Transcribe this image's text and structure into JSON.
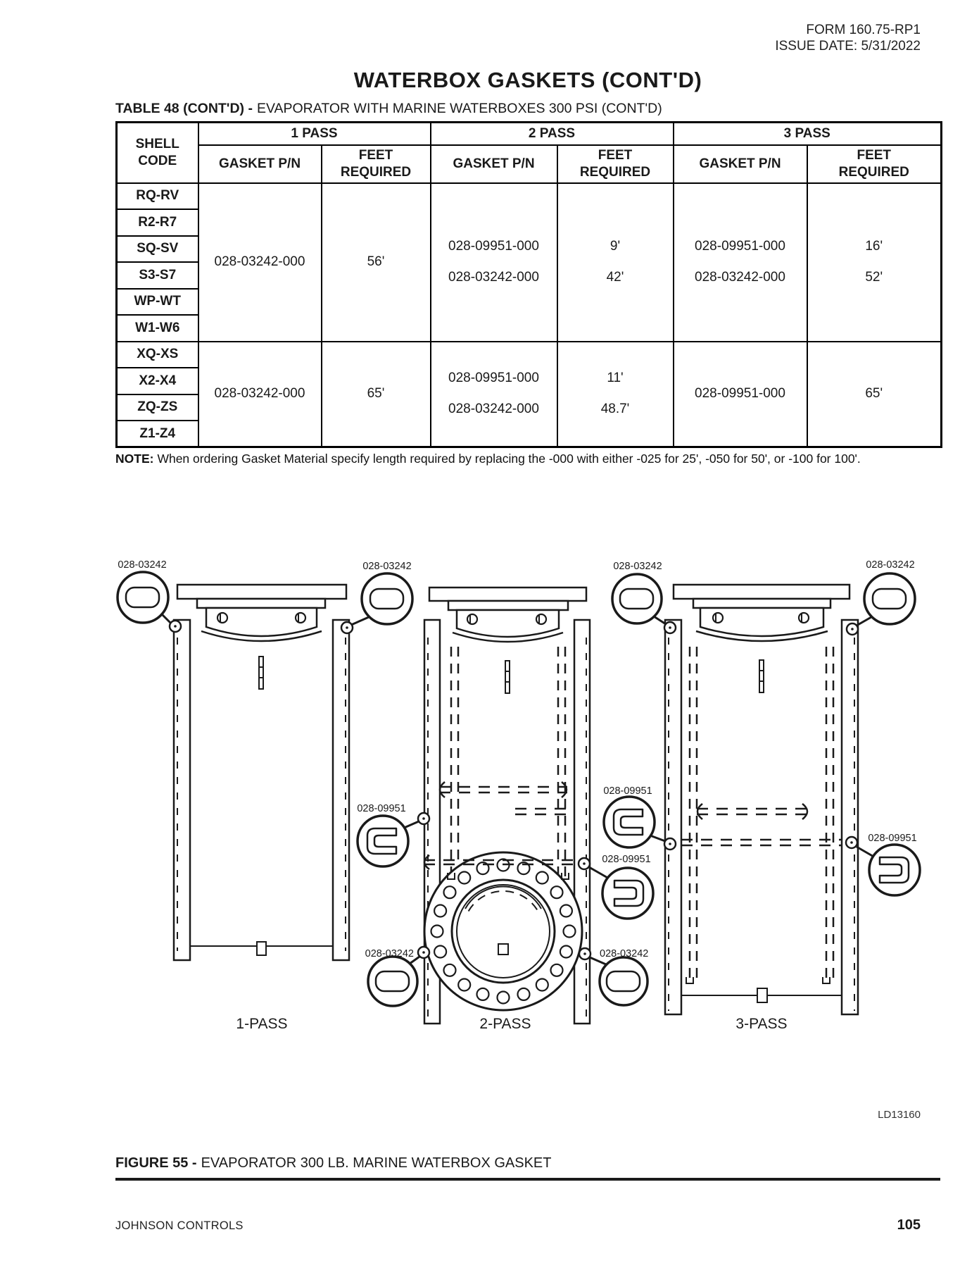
{
  "header": {
    "form": "FORM 160.75-RP1",
    "issue_date": "ISSUE DATE: 5/31/2022"
  },
  "title": "WATERBOX GASKETS (CONT'D)",
  "table": {
    "caption_bold": "TABLE 48 (CONT'D) -",
    "caption_rest": "EVAPORATOR WITH MARINE WATERBOXES 300 PSI (CONT'D)",
    "shell_code_header": "SHELL\nCODE",
    "pass_headers": [
      "1 PASS",
      "2 PASS",
      "3 PASS"
    ],
    "sub_headers": {
      "gasket": "GASKET P/N",
      "feet": "FEET\nREQUIRED"
    },
    "groups": [
      {
        "shell_codes": [
          "RQ-RV",
          "R2-R7",
          "SQ-SV",
          "S3-S7",
          "WP-WT",
          "W1-W6"
        ],
        "pass1": {
          "gasket": [
            "028-03242-000"
          ],
          "feet": [
            "56'"
          ]
        },
        "pass2": {
          "gasket": [
            "028-09951-000",
            "028-03242-000"
          ],
          "feet": [
            "9'",
            "42'"
          ]
        },
        "pass3": {
          "gasket": [
            "028-09951-000",
            "028-03242-000"
          ],
          "feet": [
            "16'",
            "52'"
          ]
        }
      },
      {
        "shell_codes": [
          "XQ-XS",
          "X2-X4",
          "ZQ-ZS",
          "Z1-Z4"
        ],
        "pass1": {
          "gasket": [
            "028-03242-000"
          ],
          "feet": [
            "65'"
          ]
        },
        "pass2": {
          "gasket": [
            "028-09951-000",
            "028-03242-000"
          ],
          "feet": [
            "11'",
            "48.7'"
          ]
        },
        "pass3": {
          "gasket": [
            "028-09951-000"
          ],
          "feet": [
            "65'"
          ]
        }
      }
    ]
  },
  "note": {
    "label": "NOTE:",
    "text": "When ordering Gasket Material specify length required by replacing the -000 with either -025 for 25', -050 for 50', or -100 for 100'."
  },
  "figure": {
    "parts": {
      "flat_gasket": "028-03242",
      "channel_gasket": "028-09951"
    },
    "diagram_labels": [
      "1-PASS",
      "2-PASS",
      "3-PASS"
    ],
    "drawing_number": "LD13160",
    "caption_bold": "FIGURE 55 -",
    "caption_rest": "EVAPORATOR 300 LB. MARINE WATERBOX GASKET"
  },
  "footer": {
    "company": "JOHNSON CONTROLS",
    "page_number": "105"
  }
}
